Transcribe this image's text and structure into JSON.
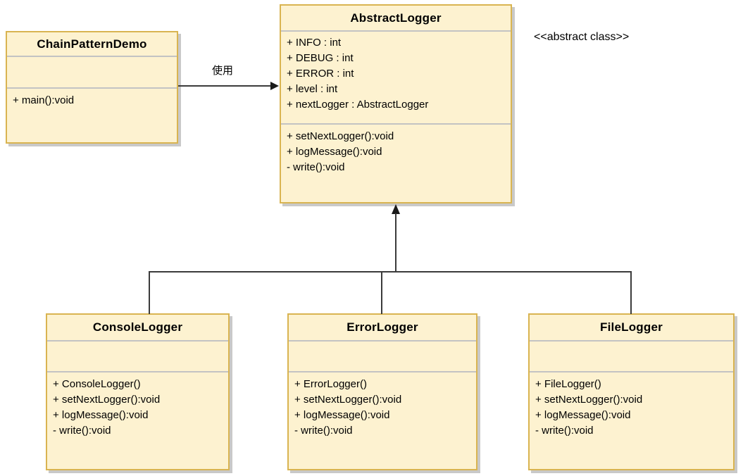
{
  "diagram": {
    "title": "Chain of Responsibility Pattern Class Diagram",
    "background_color": "#ffffff",
    "box_fill_color": "#fdf2d0",
    "box_border_color": "#d9b451",
    "divider_color": "#c3c3c3",
    "shadow_color": "#c9c9c9",
    "connector_color": "#3b3b3b"
  },
  "stereotype": {
    "label": "<<abstract class>>"
  },
  "classes": {
    "chain_pattern_demo": {
      "name": "ChainPatternDemo",
      "attributes": [],
      "methods": [
        "+ main():void"
      ]
    },
    "abstract_logger": {
      "name": "AbstractLogger",
      "attributes": [
        "+ INFO : int",
        "+ DEBUG : int",
        "+ ERROR : int",
        "+ level : int",
        "+ nextLogger : AbstractLogger"
      ],
      "methods": [
        "+ setNextLogger():void",
        "+ logMessage():void",
        "- write():void"
      ]
    },
    "console_logger": {
      "name": "ConsoleLogger",
      "attributes": [],
      "methods": [
        "+ ConsoleLogger()",
        "+ setNextLogger():void",
        "+ logMessage():void",
        "- write():void"
      ]
    },
    "error_logger": {
      "name": "ErrorLogger",
      "attributes": [],
      "methods": [
        "+ ErrorLogger()",
        "+ setNextLogger():void",
        "+ logMessage():void",
        "- write():void"
      ]
    },
    "file_logger": {
      "name": "FileLogger",
      "attributes": [],
      "methods": [
        "+ FileLogger()",
        "+ setNextLogger():void",
        "+ logMessage():void",
        "- write():void"
      ]
    }
  },
  "relations": {
    "uses": {
      "label": "使用",
      "from": "ChainPatternDemo",
      "to": "AbstractLogger",
      "type": "dependency"
    },
    "inheritance": {
      "label": "",
      "from": [
        "ConsoleLogger",
        "ErrorLogger",
        "FileLogger"
      ],
      "to": "AbstractLogger",
      "type": "generalization"
    }
  }
}
